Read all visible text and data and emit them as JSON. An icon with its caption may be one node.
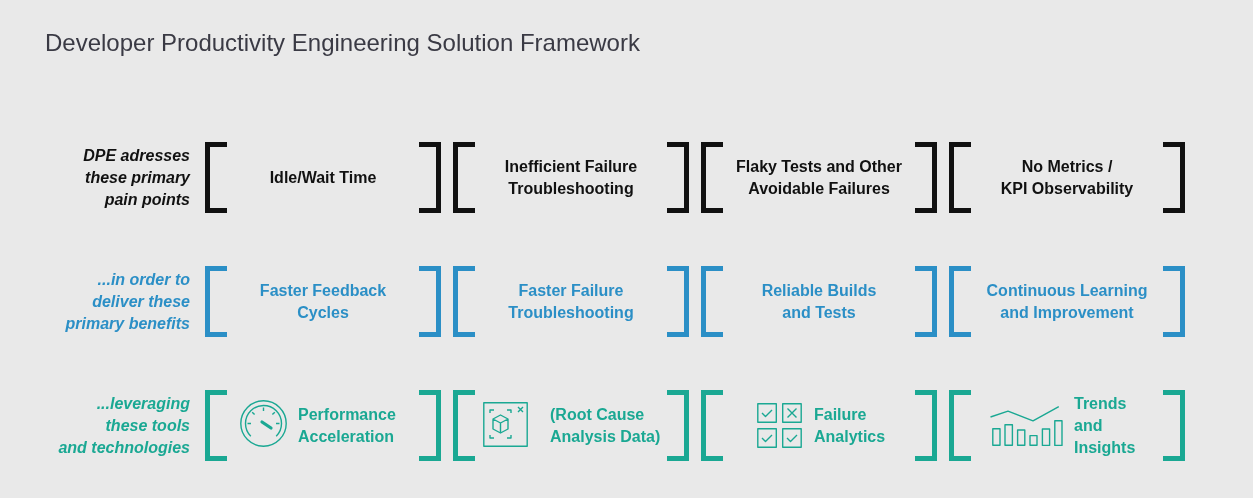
{
  "diagram": {
    "title": "Developer Productivity Engineering Solution Framework",
    "nodes": [
      {
        "text": [
          "Idle/Wait Time"
        ]
      },
      {
        "text": [
          "Inefficient Failure Troubleshooting"
        ]
      },
      {
        "text": [
          "Flaky Tests and Other Avoidable Failures"
        ]
      },
      {
        "text": [
          "No Metrics / KPI Observability"
        ]
      },
      {
        "text": [
          "Faster Feedback Cycles"
        ]
      },
      {
        "text": [
          "Faster Failure Troubleshooting"
        ]
      },
      {
        "text": [
          "Reliable Builds and Tests"
        ]
      },
      {
        "text": [
          "Continuous Learning and Improvement"
        ]
      },
      {
        "text": [
          "Performance Acceleration"
        ]
      },
      {
        "text": [
          "(Root Cause Analysis Data)"
        ]
      },
      {
        "text": [
          "Failure Analytics"
        ]
      },
      {
        "text": [
          "Trends and Insights"
        ]
      }
    ],
    "labels": [
      "DPE adresses these primary pain points",
      "...in order to deliver these primary benefits",
      "...leveraging these tools and technologies"
    ]
  }
}
